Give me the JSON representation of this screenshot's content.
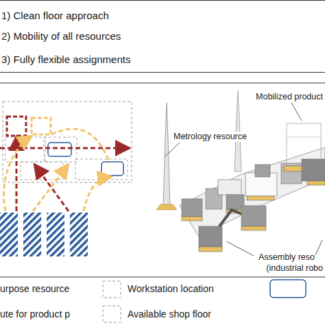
{
  "diagram": {
    "nodes": [
      {
        "text": [
          "1) Clean floor approach",
          "2) Mobility of all resources",
          "3) Fully flexible assignments"
        ]
      }
    ],
    "labels": [
      "Mobilized product",
      "Metrology resource",
      "Assembly reso",
      "(industrial robo"
    ],
    "legend": [
      {
        "text": "urpose resource"
      },
      {
        "text": "Workstation location"
      },
      {
        "text": "ute for product p"
      },
      {
        "text": "Available shop floor"
      }
    ]
  }
}
